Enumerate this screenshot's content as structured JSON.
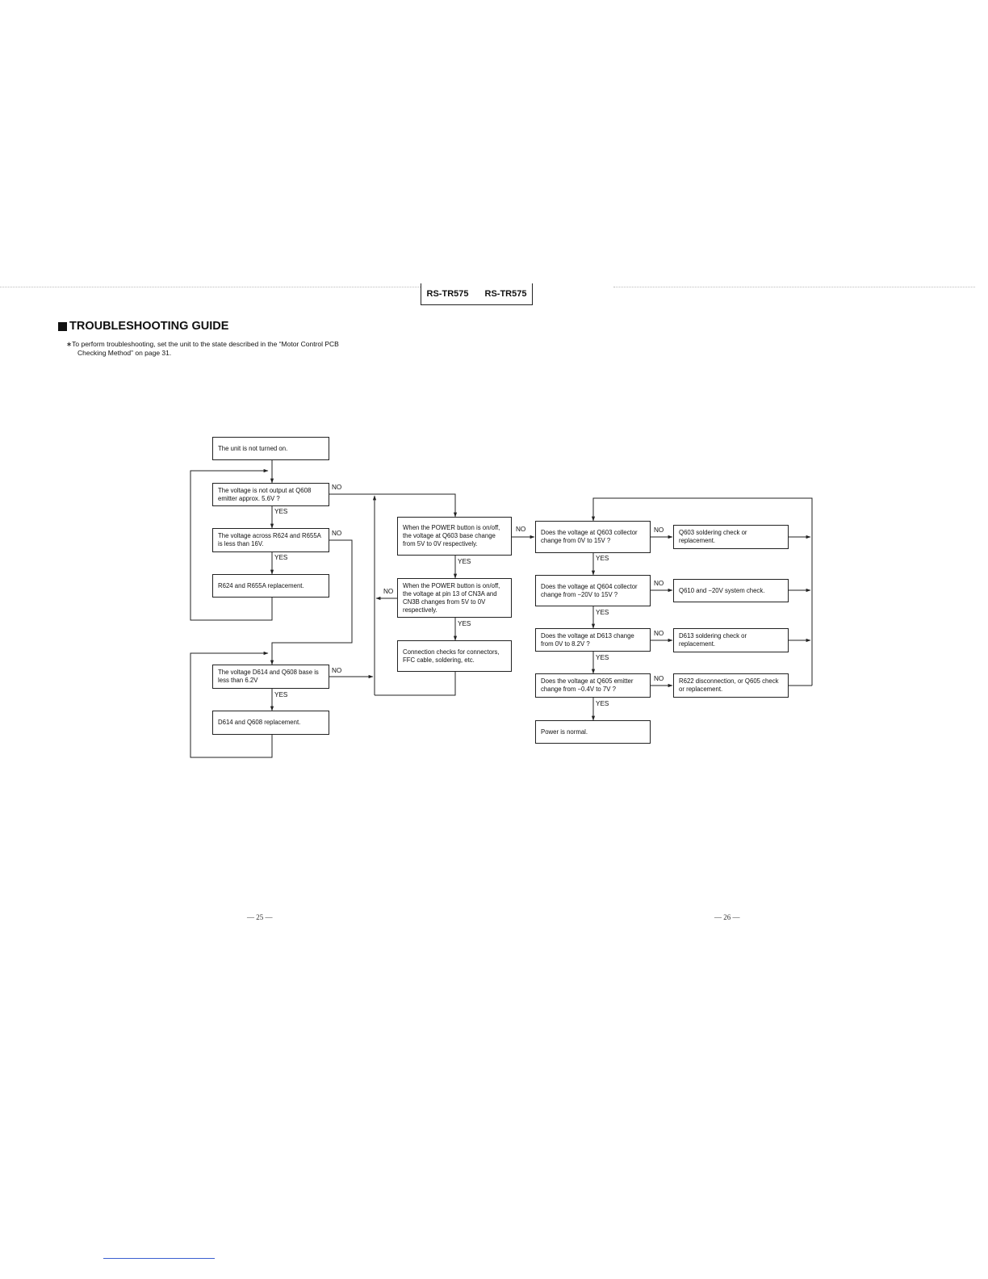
{
  "header": {
    "model_left": "RS-TR575",
    "model_right": "RS-TR575"
  },
  "section": {
    "title": "TROUBLESHOOTING GUIDE",
    "note_line1": "∗To perform troubleshooting, set the unit to the state described in the “Motor Control PCB",
    "note_line2": "Checking Method” on page 31."
  },
  "flowchart": {
    "boxes": {
      "start": "The unit is not turned on.",
      "q608_emitter": "The voltage is not output at Q608 emitter approx. 5.6V ?",
      "r624_across": "The voltage across R624 and R655A is less than 16V.",
      "r624_replace": "R624 and R655A replacement.",
      "d614_base": "The voltage D614 and Q608 base is less than 6.2V",
      "d614_replace": "D614 and Q608 replacement.",
      "power_q603_base": "When the POWER button is on/off, the voltage at Q603 base change from 5V to 0V respectively.",
      "power_pin13": "When the POWER button is on/off, the voltage at pin 13 of CN3A and CN3B changes from 5V to 0V respectively.",
      "connection_checks": "Connection checks for connectors, FFC cable, soldering, etc.",
      "q603_collector": "Does the voltage at Q603 collector change from 0V to 15V ?",
      "q604_collector": "Does the voltage at Q604 collector change from −20V to 15V ?",
      "d613_change": "Does the voltage at D613 change from 0V to 8.2V ?",
      "q605_emitter": "Does the voltage at Q605 emitter change from −0.4V to 7V ?",
      "power_normal": "Power is normal.",
      "q603_soldering": "Q603 soldering check or replacement.",
      "q610_check": "Q610 and −20V system check.",
      "d613_soldering": "D613 soldering check or replacement.",
      "r622_disconnect": "R622 disconnection, or Q605 check or replacement."
    },
    "labels": {
      "yes": "YES",
      "no": "NO"
    }
  },
  "footer": {
    "page_left": "— 25 —",
    "page_right": "— 26 —"
  }
}
